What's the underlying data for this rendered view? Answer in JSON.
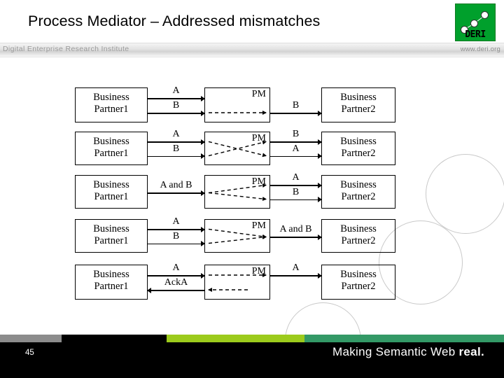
{
  "slide": {
    "title": "Process Mediator – Addressed mismatches",
    "number": "45"
  },
  "logo": {
    "name": "deri-logo",
    "word": "DERI",
    "color": "#00a02c"
  },
  "banner": {
    "left": "Digital Enterprise Research Institute",
    "right": "www.deri.org"
  },
  "footer": {
    "tagline_normal": "Making Semantic Web ",
    "tagline_bold": "real.",
    "colors": {
      "gray": "#8c8c8c",
      "black": "#000000",
      "lime": "#9ccb1c",
      "teal": "#339966"
    }
  },
  "diagram": {
    "partner1_line1": "Business",
    "partner1_line2": "Partner1",
    "partner2_line1": "Business",
    "partner2_line2": "Partner2",
    "mediator_label": "PM",
    "rows": [
      {
        "id": "row-stop-message",
        "in_labels": [
          "A",
          "B"
        ],
        "out_labels": [
          "B"
        ],
        "pattern": "stop"
      },
      {
        "id": "row-reorder-messages",
        "in_labels": [
          "A",
          "B"
        ],
        "out_labels": [
          "B",
          "A"
        ],
        "pattern": "cross"
      },
      {
        "id": "row-split-message",
        "in_labels": [
          "A and B"
        ],
        "out_labels": [
          "A",
          "B"
        ],
        "pattern": "split"
      },
      {
        "id": "row-combine-messages",
        "in_labels": [
          "A",
          "B"
        ],
        "out_labels": [
          "A and B"
        ],
        "pattern": "merge"
      },
      {
        "id": "row-generate-acknowledgement",
        "in_labels": [
          "A",
          "AckA"
        ],
        "out_labels": [
          "A"
        ],
        "pattern": "ack"
      }
    ]
  }
}
